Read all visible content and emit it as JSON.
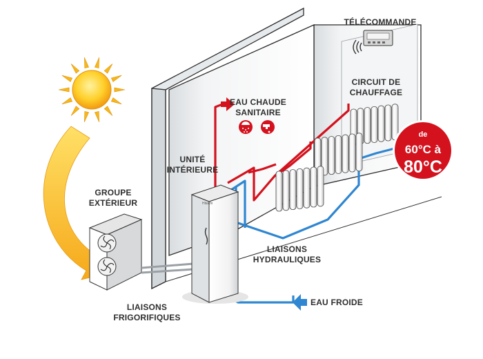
{
  "labels": {
    "telecommande": "TÉLÉCOMMANDE",
    "circuit_line1": "CIRCUIT DE",
    "circuit_line2": "CHAUFFAGE",
    "eau_chaude_line1": "EAU CHAUDE",
    "eau_chaude_line2": "SANITAIRE",
    "unite_line1": "UNITÉ",
    "unite_line2": "INTÉRIEURE",
    "groupe_line1": "GROUPE",
    "groupe_line2": "EXTÉRIEUR",
    "liaisons_hydro_line1": "LIAISONS",
    "liaisons_hydro_line2": "HYDRAULIQUES",
    "liaisons_frigo_line1": "LIAISONS",
    "liaisons_frigo_line2": "FRIGORIFIQUES",
    "eau_froide": "EAU FROIDE"
  },
  "temperature_badge": {
    "prefix": "de",
    "from": "60°C à",
    "to": "80°C",
    "color": "#d3121e"
  },
  "unit_brand": "Hitachi",
  "colors": {
    "hot_pipe": "#d3121e",
    "cold_pipe": "#2f86d1",
    "wall_line": "#2b2b2b",
    "sun": "#f7b817"
  },
  "icons": [
    "sun-icon",
    "remote-control-icon",
    "signal-waves-icon",
    "shower-icon",
    "faucet-icon",
    "arrow-right-icon"
  ]
}
